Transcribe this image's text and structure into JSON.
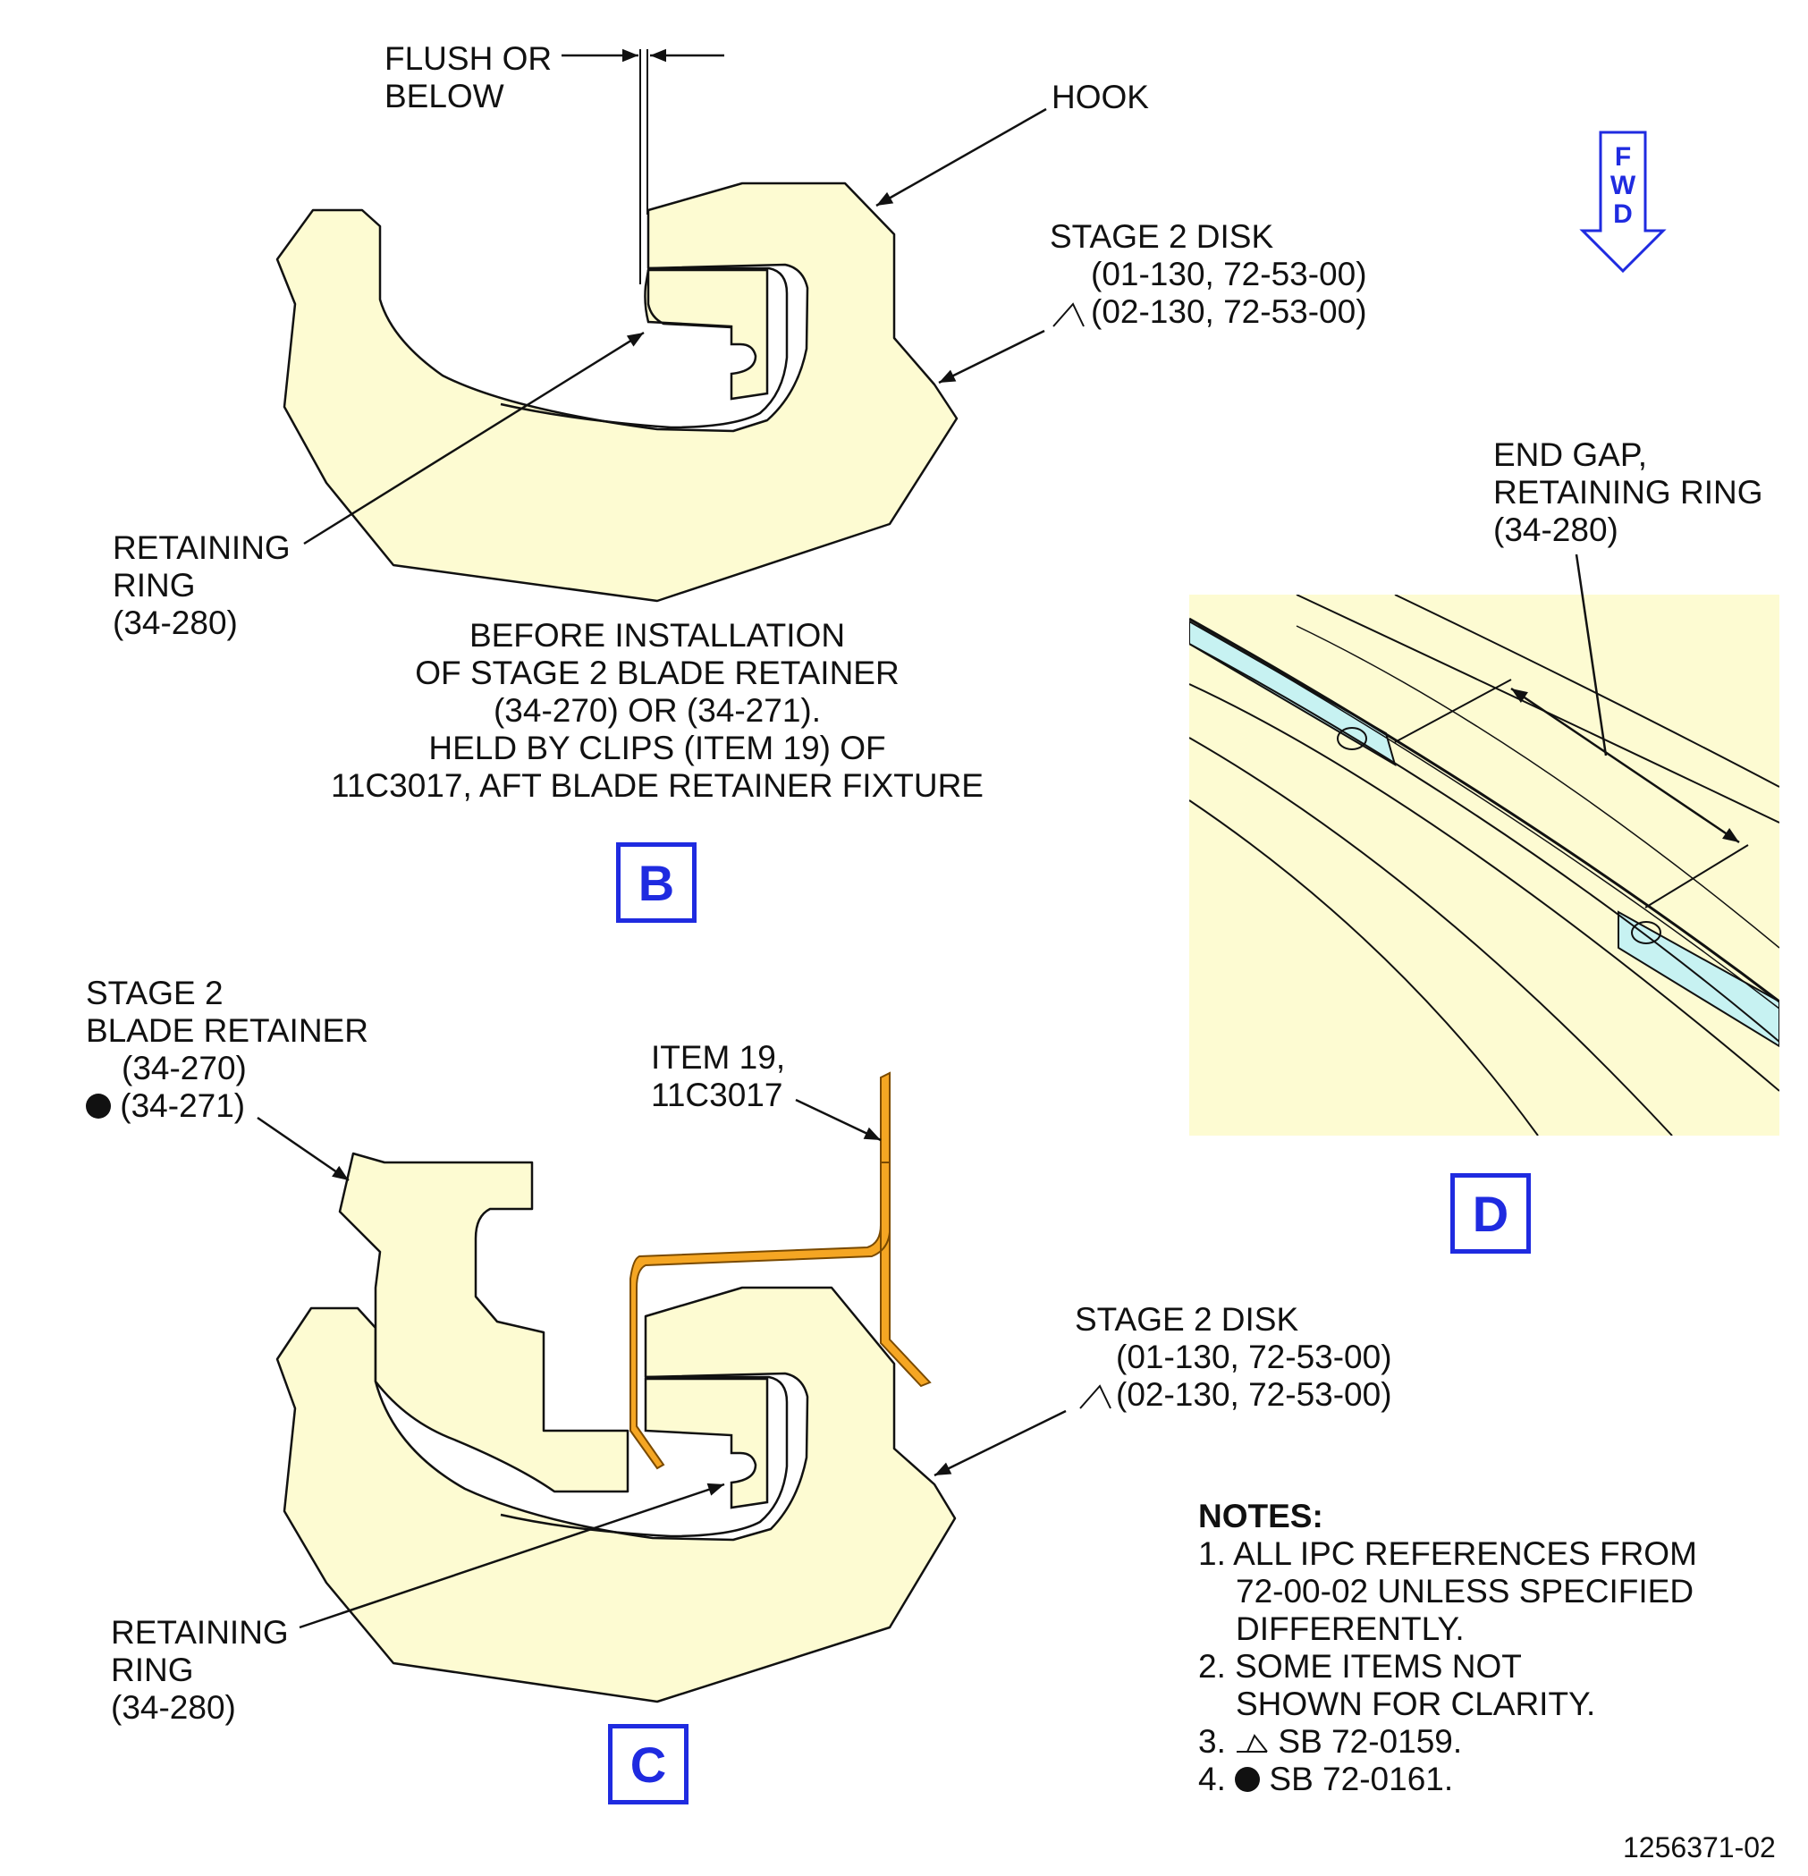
{
  "colors": {
    "part_fill": "#fdfbd2",
    "ring_fill": "#c7f2f2",
    "clip_fill": "#f5a623",
    "label_box": "#1f2be0",
    "line": "#111111"
  },
  "fwd_arrow": {
    "letters": [
      "F",
      "W",
      "D"
    ]
  },
  "view_b": {
    "flush_label": [
      "FLUSH OR",
      "BELOW"
    ],
    "hook_label": "HOOK",
    "disk_label": [
      "STAGE 2 DISK",
      "(01-130, 72-53-00)",
      "(02-130, 72-53-00)"
    ],
    "ring_label": [
      "RETAINING",
      "RING",
      "(34-280)"
    ],
    "caption": [
      "BEFORE INSTALLATION",
      "OF STAGE 2 BLADE RETAINER",
      "(34-270) OR (34-271).",
      "HELD BY CLIPS (ITEM 19) OF",
      "11C3017, AFT BLADE RETAINER FIXTURE"
    ],
    "view_letter": "B"
  },
  "view_d": {
    "gap_label": [
      "END GAP,",
      "RETAINING RING",
      "(34-280)"
    ],
    "view_letter": "D"
  },
  "view_c": {
    "retainer_label": [
      "STAGE 2",
      "BLADE RETAINER",
      "(34-270)",
      "(34-271)"
    ],
    "item_label": [
      "ITEM 19,",
      "11C3017"
    ],
    "disk_label": [
      "STAGE 2 DISK",
      "(01-130, 72-53-00)",
      "(02-130, 72-53-00)"
    ],
    "ring_label": [
      "RETAINING",
      "RING",
      "(34-280)"
    ],
    "view_letter": "C"
  },
  "notes": {
    "title": "NOTES:",
    "items": [
      [
        "1.",
        "ALL IPC REFERENCES FROM",
        "72-00-02 UNLESS SPECIFIED",
        "DIFFERENTLY."
      ],
      [
        "2.",
        "SOME ITEMS NOT",
        "SHOWN FOR CLARITY."
      ],
      [
        "3.",
        "SB 72-0159."
      ],
      [
        "4.",
        "SB 72-0161."
      ]
    ]
  },
  "figure_number": "1256371-02"
}
